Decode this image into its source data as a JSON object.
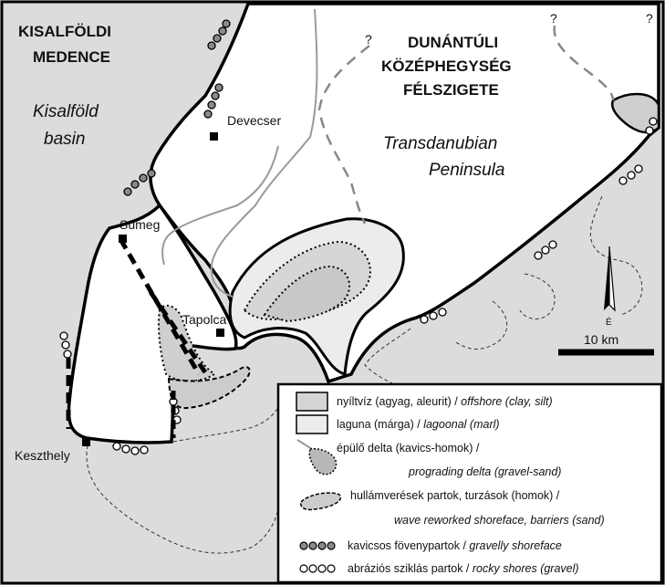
{
  "colors": {
    "basin": "#dcdcdc",
    "land": "#ffffff",
    "offshore": "#d4d4d4",
    "lagoon": "#ececec",
    "line": "#000000",
    "river": "#9a9a9a"
  },
  "regions": {
    "basin_hu_line1": "KISALFÖLDI",
    "basin_hu_line2": "MEDENCE",
    "basin_en_line1": "Kisalföld",
    "basin_en_line2": "basin",
    "peninsula_hu_line1": "DUNÁNTÚLI",
    "peninsula_hu_line2": "KÖZÉPHEGYSÉG",
    "peninsula_hu_line3": "FÉLSZIGETE",
    "peninsula_en_line1": "Transdanubian",
    "peninsula_en_line2": "Peninsula"
  },
  "towns": [
    "Devecser",
    "Sümeg",
    "Tapolca",
    "Keszthely"
  ],
  "uncertain_marks": [
    "?",
    "?",
    "?"
  ],
  "north_label": "É",
  "scale_label": "10 km",
  "legend": {
    "items": [
      {
        "hu": "nyíltvíz (agyag, aleurit) / ",
        "en": "offshore (clay, silt)"
      },
      {
        "hu": "laguna (márga) / ",
        "en": "lagoonal (marl)"
      },
      {
        "hu": "épülő delta (kavics-homok) /",
        "en": "prograding delta (gravel-sand)"
      },
      {
        "hu": "hullámverések partok, turzások (homok) /",
        "en": "wave reworked shoreface, barriers (sand)"
      },
      {
        "hu": "kavicsos fövenypartok / ",
        "en": "gravelly shoreface"
      },
      {
        "hu": "abráziós sziklás partok / ",
        "en": "rocky shores (gravel)"
      }
    ]
  }
}
